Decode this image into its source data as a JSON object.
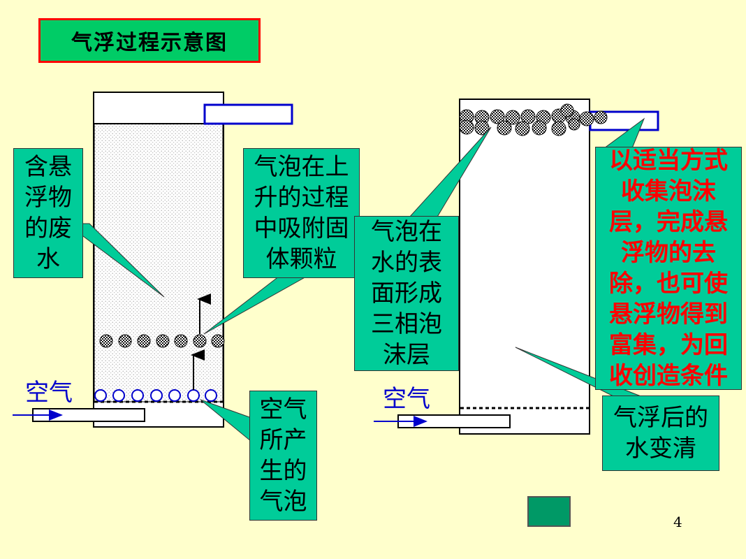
{
  "title": "气浮过程示意图",
  "labels": {
    "wastewater": "含悬浮物的废水",
    "bubbles_rising": "气泡在上升的过程中吸附固体颗粒",
    "air_bubbles": "空气所产生的气泡",
    "froth_layer": "气泡在水的表面形成三相泡沫层",
    "collect": "以适当方式收集泡沫层，完成悬浮物的去除，也可使悬浮物得到富集，为回收创造条件",
    "clear_water": "气浮后的水变清"
  },
  "air_label": "空气",
  "page_number": "4",
  "colors": {
    "background": "#ffffcc",
    "label_fill": "#00cc99",
    "title_fill": "#00cc66",
    "title_border": "#ff0000",
    "accent_blue": "#0000cc",
    "red_text": "#ff0000"
  },
  "icons": {
    "back_button": "u-turn-arrow-icon"
  }
}
